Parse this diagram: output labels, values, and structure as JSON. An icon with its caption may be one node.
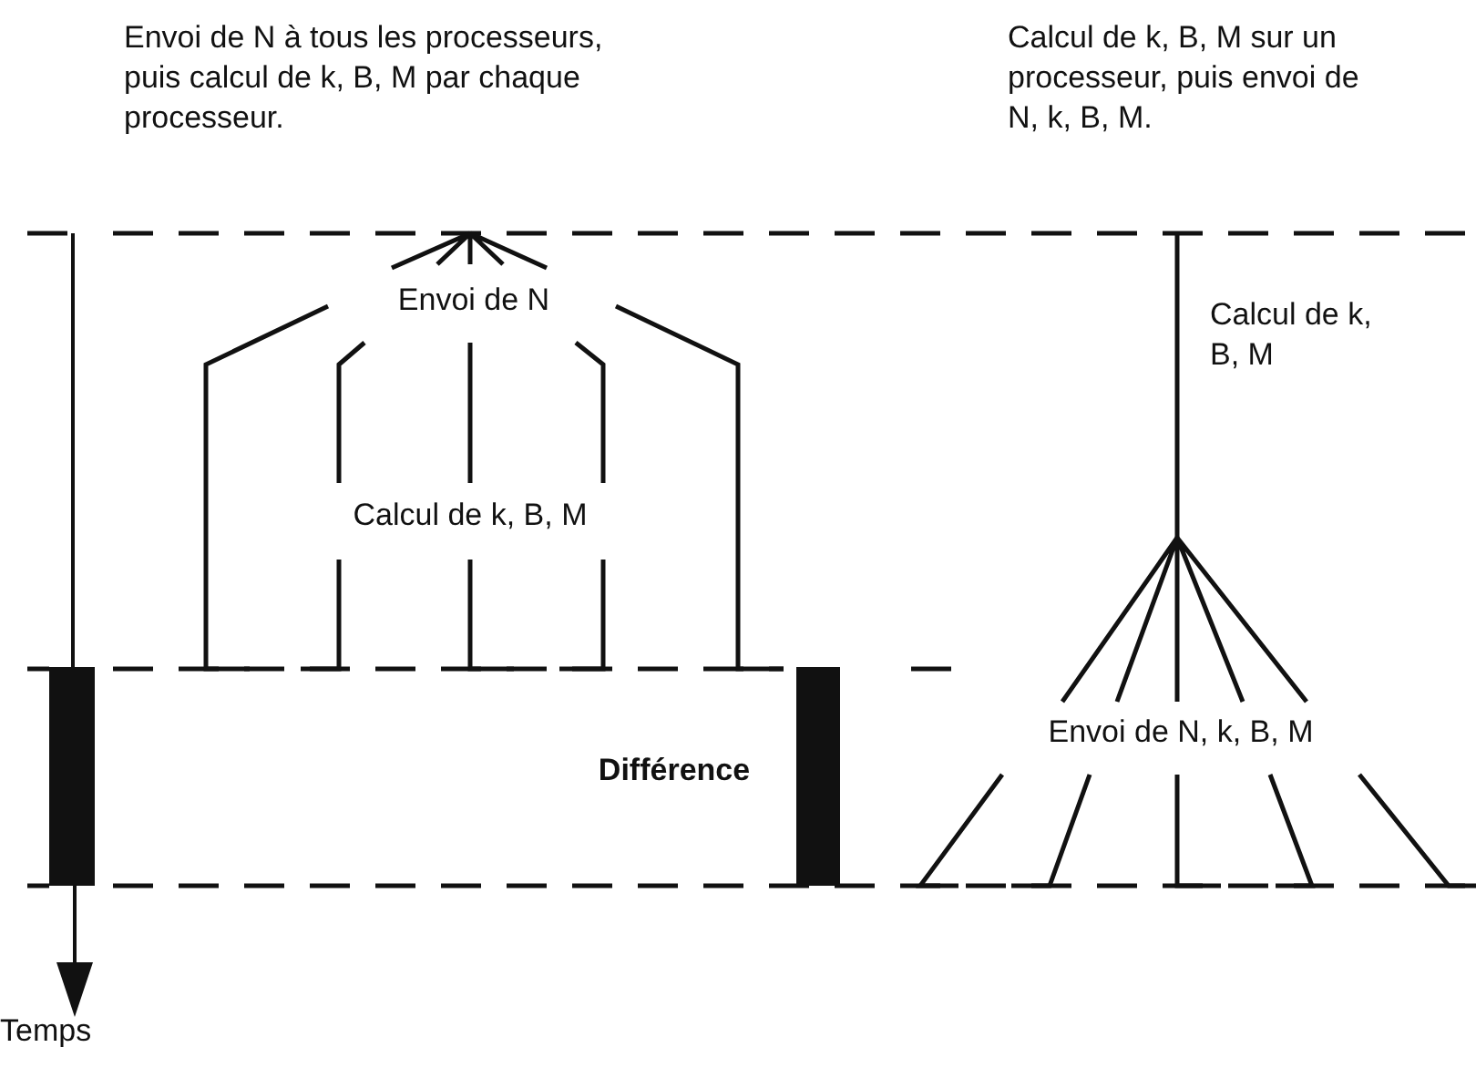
{
  "diagram": {
    "labels": [
      "Envoi de N à tous les processeurs, puis calcul de k, B, M par chaque processeur.",
      "Calcul de k, B, M sur un processeur, puis envoi de N, k, B, M.",
      "Envoi de N",
      "Calcul de k, B, M",
      "Calcul de k, B, M",
      "Envoi de N, k, B, M",
      "Différence",
      "Temps"
    ]
  }
}
